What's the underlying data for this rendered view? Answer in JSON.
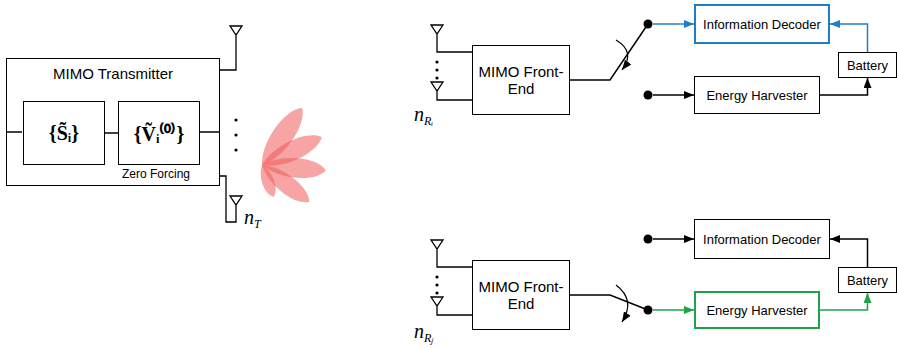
{
  "diagram": {
    "nodes": [
      {
        "text": [
          "MIMO Transmitter"
        ]
      },
      {
        "text": [
          "{S̃ᵢ}"
        ],
        "in": 0
      },
      {
        "text": [
          "{Ṽᵢ⁽⁰⁾}"
        ],
        "in": 0
      },
      {
        "text": [
          "MIMO Front-End"
        ]
      },
      {
        "text": [
          "Information Decoder"
        ]
      },
      {
        "text": [
          "Energy Harvester"
        ]
      },
      {
        "text": [
          "Battery"
        ]
      },
      {
        "text": [
          "MIMO Front-End"
        ]
      },
      {
        "text": [
          "Information Decoder"
        ]
      },
      {
        "text": [
          "Energy Harvester"
        ]
      },
      {
        "text": [
          "Battery"
        ]
      }
    ],
    "edges": [
      {
        "from": 1,
        "to": 2,
        "arrow": "none"
      },
      {
        "from": 3,
        "to": 4,
        "arrow": "to"
      },
      {
        "from": 5,
        "to": 6,
        "arrow": "to"
      },
      {
        "from": 6,
        "to": 4,
        "arrow": "to"
      },
      {
        "from": 7,
        "to": 9,
        "arrow": "to"
      },
      {
        "from": 9,
        "to": 10,
        "arrow": "to"
      },
      {
        "from": 10,
        "to": 8,
        "arrow": "to"
      }
    ],
    "labels": [
      "Zero Forcing",
      "nT",
      "nRᵢ",
      "nRⱼ"
    ]
  }
}
